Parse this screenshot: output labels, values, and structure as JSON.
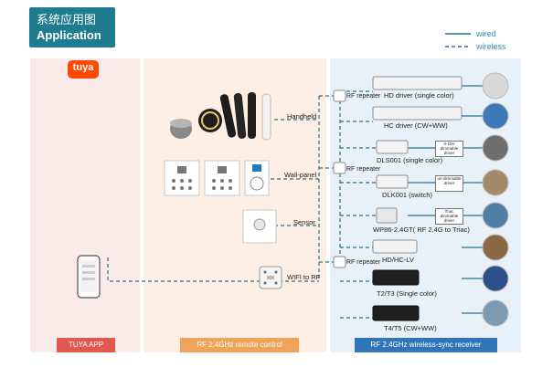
{
  "header": {
    "title_cn": "系统应用图",
    "title_en": "Application"
  },
  "legend": {
    "wired": "wired",
    "wireless": "wireless"
  },
  "brand": {
    "logo_text": "tuya"
  },
  "app_panel": {
    "footer": "TUYA APP"
  },
  "remote_panel": {
    "footer": "RF 2.4GHz remote control",
    "labels": {
      "handheld": "Handheld",
      "wall_panel": "Wall-panel",
      "sensor": "Sensor",
      "wifi_to_rf": "WIFI to RF"
    }
  },
  "receiver_panel": {
    "footer": "RF 2.4GHz wireless-sync receiver",
    "repeater_label": "RF repeater",
    "devices": [
      {
        "label": "HD driver (single color)"
      },
      {
        "label": "HC driver (CW+WW)"
      },
      {
        "label": "DLS001 (single color)",
        "aux": "0-10V dimmable driver"
      },
      {
        "label": "DLK001 (switch)",
        "aux": "un-dimmable driver"
      },
      {
        "label": "WP86-2.4GT( RF 2.4G to Triac)",
        "aux": "Triac dimmable driver"
      },
      {
        "label": "HD/HC-LV"
      },
      {
        "label": "T2/T3 (Single color)"
      },
      {
        "label": "T4/T5 (CW+WW)"
      }
    ]
  },
  "colors": {
    "title_bg": "#1f7c8e",
    "line": "#2b6f8c",
    "app_footer": "#e1584d",
    "rc_footer": "#f0a35a",
    "rx_footer": "#2f76b8"
  }
}
